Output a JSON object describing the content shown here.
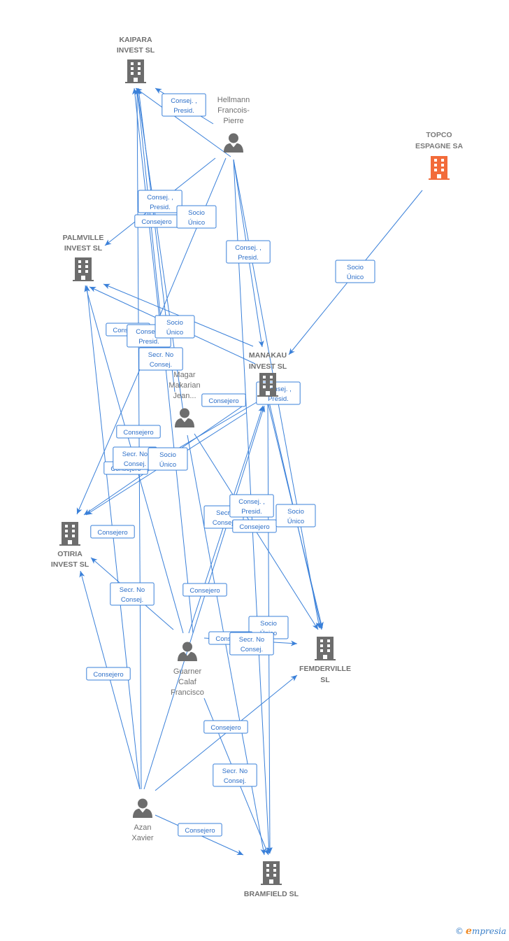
{
  "colors": {
    "edge": "#3a80d9",
    "node_gray": "#6d6d6d",
    "node_highlight": "#f26b3a",
    "label_gray": "#707070"
  },
  "nodes": [
    {
      "id": "kaipara",
      "type": "company",
      "lines": [
        "KAIPARA",
        "INVEST  SL"
      ]
    },
    {
      "id": "hellmann",
      "type": "person",
      "lines": [
        "Hellmann",
        "Francois-",
        "Pierre"
      ]
    },
    {
      "id": "topco",
      "type": "company",
      "highlight": true,
      "lines": [
        "TOPCO",
        "ESPAGNE SA"
      ]
    },
    {
      "id": "palmville",
      "type": "company",
      "lines": [
        "PALMVILLE",
        "INVEST  SL"
      ]
    },
    {
      "id": "manakau",
      "type": "company",
      "lines": [
        "MANAKAU",
        "INVEST  SL"
      ]
    },
    {
      "id": "magar",
      "type": "person",
      "lines": [
        "Magar",
        "Makarian",
        "Jean..."
      ]
    },
    {
      "id": "otiria",
      "type": "company",
      "lines": [
        "OTIRIA",
        "INVEST  SL"
      ]
    },
    {
      "id": "femderville",
      "type": "company",
      "lines": [
        "FEMDERVILLE",
        "SL"
      ]
    },
    {
      "id": "guarner",
      "type": "person",
      "lines": [
        "Guarner",
        "Calaf",
        "Francisco"
      ]
    },
    {
      "id": "azan",
      "type": "person",
      "lines": [
        "Azan",
        "Xavier"
      ]
    },
    {
      "id": "bramfield",
      "type": "company",
      "lines": [
        "BRAMFIELD  SL"
      ]
    }
  ],
  "edge_labels": [
    [
      "Consej. ,",
      "Presid."
    ],
    [
      "Consej. ,",
      "Presid."
    ],
    [
      "Consejero"
    ],
    [
      "Socio",
      "Único"
    ],
    [
      "Consej. ,",
      "Presid."
    ],
    [
      "Socio",
      "Único"
    ],
    [
      "Consejero"
    ],
    [
      "Consej. ,",
      "Presid."
    ],
    [
      "Socio",
      "Único"
    ],
    [
      "Secr.  No",
      "Consej."
    ],
    [
      "Consejero"
    ],
    [
      "Consej. ,",
      "Presid."
    ],
    [
      "Consejero"
    ],
    [
      "Consejero"
    ],
    [
      "Secr.  No",
      "Consej."
    ],
    [
      "Socio",
      "Único"
    ],
    [
      "Consejero"
    ],
    [
      "Secr.",
      "Consej."
    ],
    [
      "Consej. ,",
      "Presid."
    ],
    [
      "Consejero"
    ],
    [
      "Socio",
      "Único"
    ],
    [
      "Secr.  No",
      "Consej."
    ],
    [
      "Consejero"
    ],
    [
      "Socio",
      "Único"
    ],
    [
      "Consejero"
    ],
    [
      "Secr.  No",
      "Consej."
    ],
    [
      "Consejero"
    ],
    [
      "Consejero"
    ],
    [
      "Secr.  No",
      "Consej."
    ],
    [
      "Consejero"
    ]
  ],
  "brand": {
    "copyright": "©",
    "initial": "e",
    "name": "mpresia"
  }
}
